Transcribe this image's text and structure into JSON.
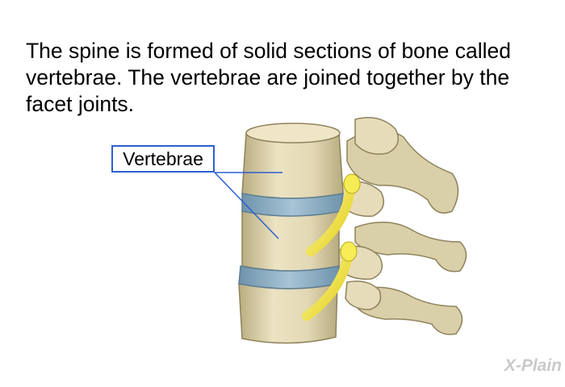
{
  "caption": "The spine is formed of solid sections of bone called vertebrae. The vertebrae are joined together by the facet joints.",
  "label": "Vertebrae",
  "logo": "X-Plain",
  "colors": {
    "bone": "#e2d8b4",
    "bone_shadow": "#a89c70",
    "disc": "#8fb3c8",
    "nerve": "#f3e83a",
    "callout_line": "#2d5fd0"
  }
}
